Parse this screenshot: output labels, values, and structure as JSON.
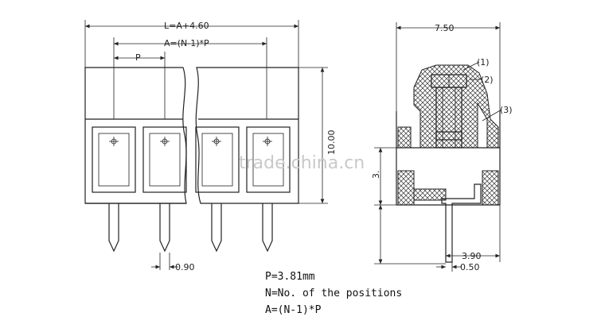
{
  "dimensions": {
    "length": "L=A+4.60",
    "span": "A=(N-1)*P",
    "pitch": "P",
    "height": "10.00",
    "pin_width": "0.90",
    "depth": "7.50",
    "side_height": "3.",
    "pin_offset": "3.90",
    "pin_thickness": "0.50"
  },
  "callouts": [
    "(1)",
    "(2)",
    "(3)"
  ],
  "legend": {
    "line1": "P=3.81mm",
    "line2": "N=No. of the positions",
    "line3": "A=(N-1)*P"
  },
  "watermark": "trade.china.cn"
}
